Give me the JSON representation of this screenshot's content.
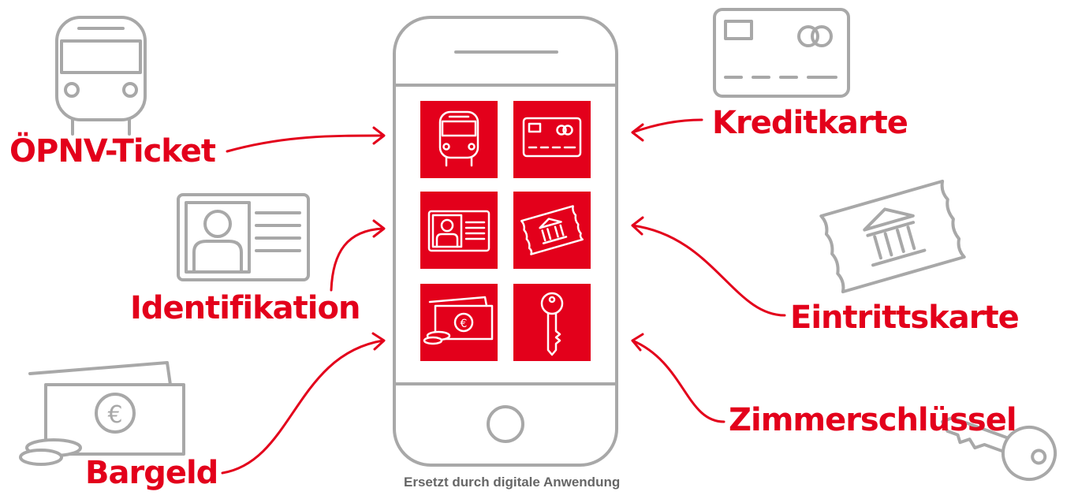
{
  "labels": {
    "opnv": "ÖPNV-Ticket",
    "identifikation": "Identifikation",
    "bargeld": "Bargeld",
    "kreditkarte": "Kreditkarte",
    "eintrittskarte": "Eintrittskarte",
    "zimmerschluessel": "Zimmerschlüssel"
  },
  "caption": "Ersetzt durch digitale Anwendung",
  "icons": {
    "left": [
      "bus-icon",
      "id-card-icon",
      "cash-icon"
    ],
    "right": [
      "credit-card-icon",
      "ticket-icon",
      "key-icon"
    ],
    "phone_tiles": [
      "bus-icon",
      "credit-card-icon",
      "id-card-icon",
      "ticket-icon",
      "cash-icon",
      "key-icon"
    ]
  },
  "colors": {
    "accent": "#e3001b",
    "outline": "#a8a8a8",
    "caption": "#666666",
    "tile_icon": "#ffffff"
  }
}
